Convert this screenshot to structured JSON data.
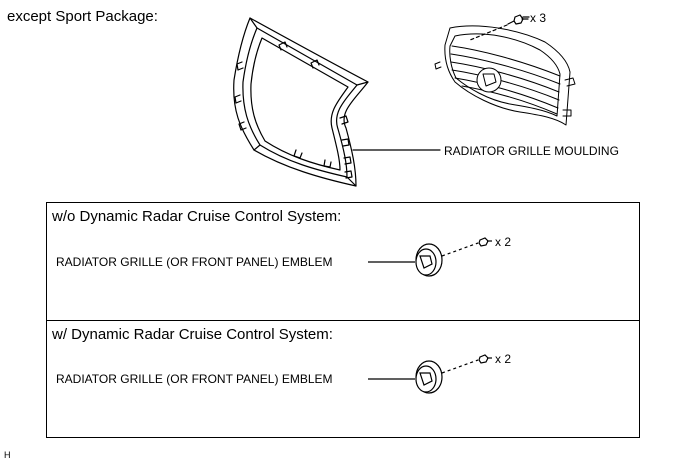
{
  "header": {
    "title": "except Sport Package:"
  },
  "top_section": {
    "fastener_qty": "x 3",
    "moulding_label": "RADIATOR GRILLE MOULDING"
  },
  "panels": [
    {
      "title": "w/o Dynamic Radar Cruise Control System:",
      "emblem_label": "RADIATOR GRILLE (OR FRONT PANEL) EMBLEM",
      "fastener_qty": "x 2"
    },
    {
      "title": "w/ Dynamic Radar Cruise Control System:",
      "emblem_label": "RADIATOR GRILLE (OR FRONT PANEL) EMBLEM",
      "fastener_qty": "x 2"
    }
  ],
  "footer": {
    "mark": "H"
  }
}
